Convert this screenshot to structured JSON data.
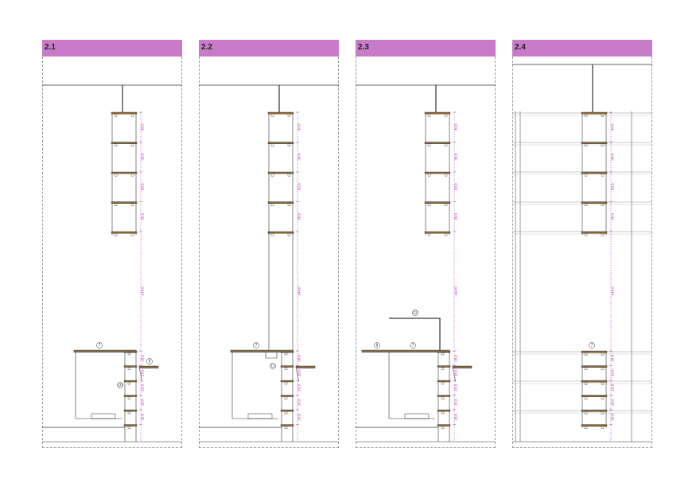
{
  "colors": {
    "header": "#c77bc8",
    "dimension": "#b02ab5",
    "shelf_wood": "#8a6a3a",
    "line": "#333333"
  },
  "panels": [
    {
      "label": "2.1",
      "upper_dims": [
        "30.0",
        "30.0",
        "30.0",
        "30.0"
      ],
      "gap_dim": "144.0",
      "lower_dims": [
        "18.0",
        "18.0",
        "18.0",
        "18.0",
        "18.0"
      ],
      "tags": [
        "7",
        "9",
        "10"
      ]
    },
    {
      "label": "2.2",
      "upper_dims": [
        "30.0",
        "30.0",
        "30.0",
        "30.0"
      ],
      "gap_dim": "144.0",
      "lower_dims": [
        "18.0",
        "18.0",
        "18.0",
        "18.0",
        "18.0"
      ],
      "tags": [
        "7",
        "11"
      ]
    },
    {
      "label": "2.3",
      "upper_dims": [
        "30.0",
        "30.0",
        "30.0",
        "30.0"
      ],
      "gap_dim": "144.0",
      "lower_dims": [
        "18.0",
        "18.0",
        "18.0",
        "18.0",
        "18.0"
      ],
      "tags": [
        "8",
        "7",
        "12"
      ]
    },
    {
      "label": "2.4",
      "upper_dims": [
        "30.0",
        "30.0",
        "30.0",
        "30.0"
      ],
      "gap_dim": "144.0",
      "lower_dims": [
        "18.0",
        "18.0",
        "18.0",
        "18.0",
        "18.0"
      ],
      "tags": [
        "7"
      ]
    }
  ]
}
